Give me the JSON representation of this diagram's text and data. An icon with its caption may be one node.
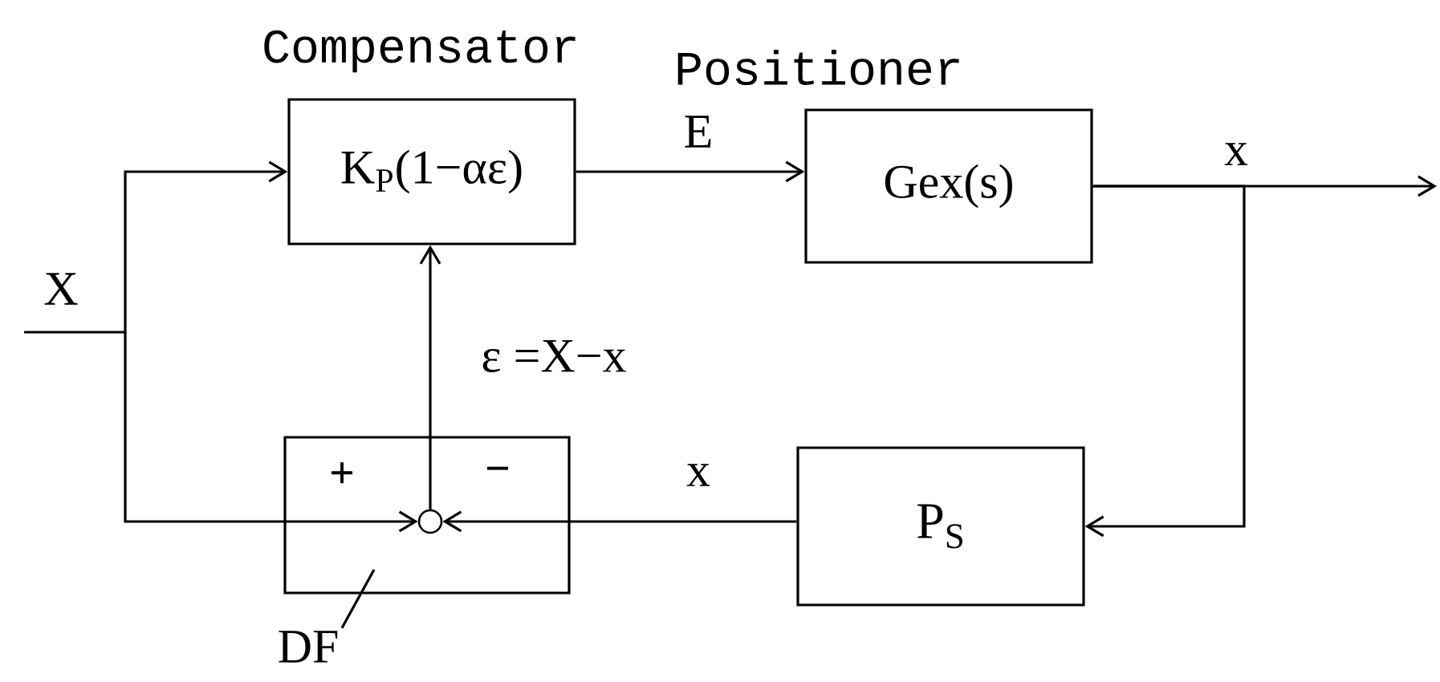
{
  "diagram": {
    "nodes": [
      {
        "text": [
          "Compensator",
          "K$_{P}$(1−αε)"
        ]
      },
      {
        "text": [
          "Positioner",
          "Gex(s)"
        ]
      },
      {
        "text": [
          "P$_{S}$"
        ]
      },
      {
        "text": [
          "+",
          "−"
        ]
      },
      {
        "text": [
          "DF"
        ]
      },
      {
        "text": [],
        "shape": "circle",
        "in": 3
      }
    ],
    "edges": [
      {
        "from": null,
        "to": 0,
        "arrow": "to",
        "label": "X"
      },
      {
        "from": null,
        "to": 5,
        "arrow": "to"
      },
      {
        "from": 0,
        "to": 1,
        "arrow": "to",
        "label": "E"
      },
      {
        "from": 1,
        "to": null,
        "arrow": "to",
        "label": "x"
      },
      {
        "from": 1,
        "to": 2,
        "arrow": "to"
      },
      {
        "from": 2,
        "to": 5,
        "arrow": "to",
        "label": "x"
      },
      {
        "from": 5,
        "to": 0,
        "arrow": "to",
        "label": "ε =X−x"
      },
      {
        "from": 4,
        "to": 3,
        "arrow": "none"
      }
    ]
  }
}
